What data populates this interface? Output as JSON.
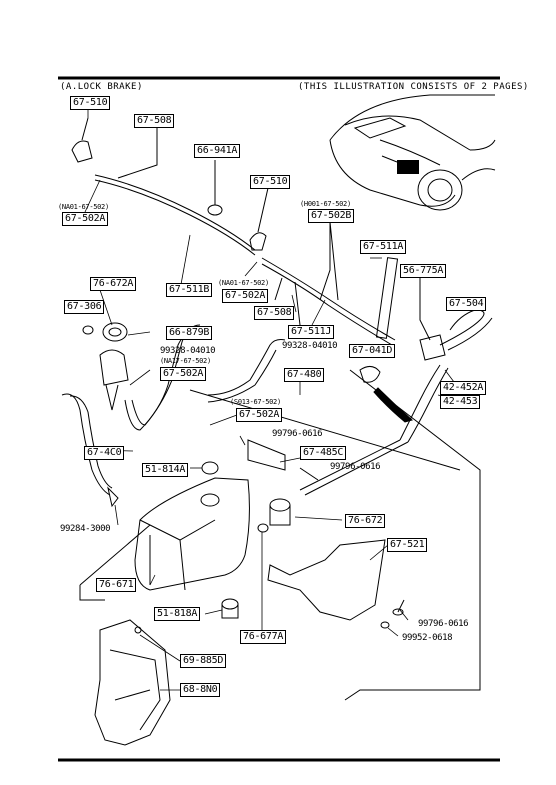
{
  "header": {
    "left": "(A.LOCK BRAKE)",
    "right": "(THIS ILLUSTRATION CONSISTS OF  2 PAGES)"
  },
  "part_labels": {
    "p67_510_a": "67-510",
    "p67_508_a": "67-508",
    "p66_941a": "66-941A",
    "p67_510_b": "67-510",
    "p67_502a_a": "67-502A",
    "p67_502b": "67-502B",
    "p67_511a": "67-511A",
    "p56_775a": "56-775A",
    "p76_672a": "76-672A",
    "p67_511b": "67-511B",
    "p67_502a_b": "67-502A",
    "p67_508_b": "67-508",
    "p67_306": "67-306",
    "p66_879b": "66-879B",
    "p67_504": "67-504",
    "p67_511j": "67-511J",
    "p67_041d": "67-041D",
    "p67_502a_c": "67-502A",
    "p67_480": "67-480",
    "p42_452a": "42-452A",
    "p42_453": "42-453",
    "p67_502a_d": "67-502A",
    "p67_4c0": "67-4C0",
    "p67_485c": "67-485C",
    "p51_814a": "51-814A",
    "p76_672": "76-672",
    "p67_521": "67-521",
    "p76_671": "76-671",
    "p51_818a": "51-818A",
    "p76_677a": "76-677A",
    "p69_885d": "69-885D",
    "p68_8n0": "68-8N0"
  },
  "plain_labels": {
    "n99328_a": "99328-04010",
    "n99328_b": "99328-04010",
    "n99796_a": "99796-0616",
    "n99796_b": "99796-0616",
    "n99284": "99284-3000",
    "n99796_c": "99796-0616",
    "n99952": "99952-0618"
  },
  "notes": {
    "na01_a": "(NA01-67-502)",
    "h001": "(H001-67-502)",
    "na01_b": "(NA01-67-502)",
    "na17": "(NA17-67-502)",
    "s013": "(S013-67-502)"
  }
}
